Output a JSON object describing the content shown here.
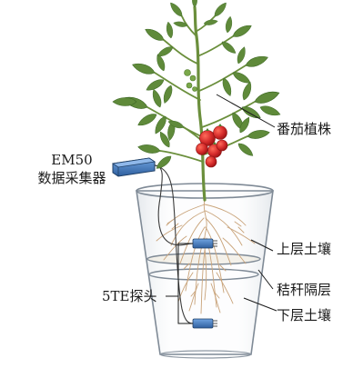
{
  "labels": {
    "plant": "番茄植株",
    "logger_line1": "EM50",
    "logger_line2": "数据采集器",
    "upper_soil": "上层土壤",
    "straw_layer": "秸秆隔层",
    "probe": "5TE探头",
    "lower_soil": "下层土壤"
  },
  "colors": {
    "leaf": "#5f8a3a",
    "leaf_dark": "#3f6a26",
    "stem": "#6b8f3c",
    "tomato": "#d42a2a",
    "root": "#c9a37a",
    "device": "#3f78c0",
    "pot_outline": "#7f8a96"
  }
}
